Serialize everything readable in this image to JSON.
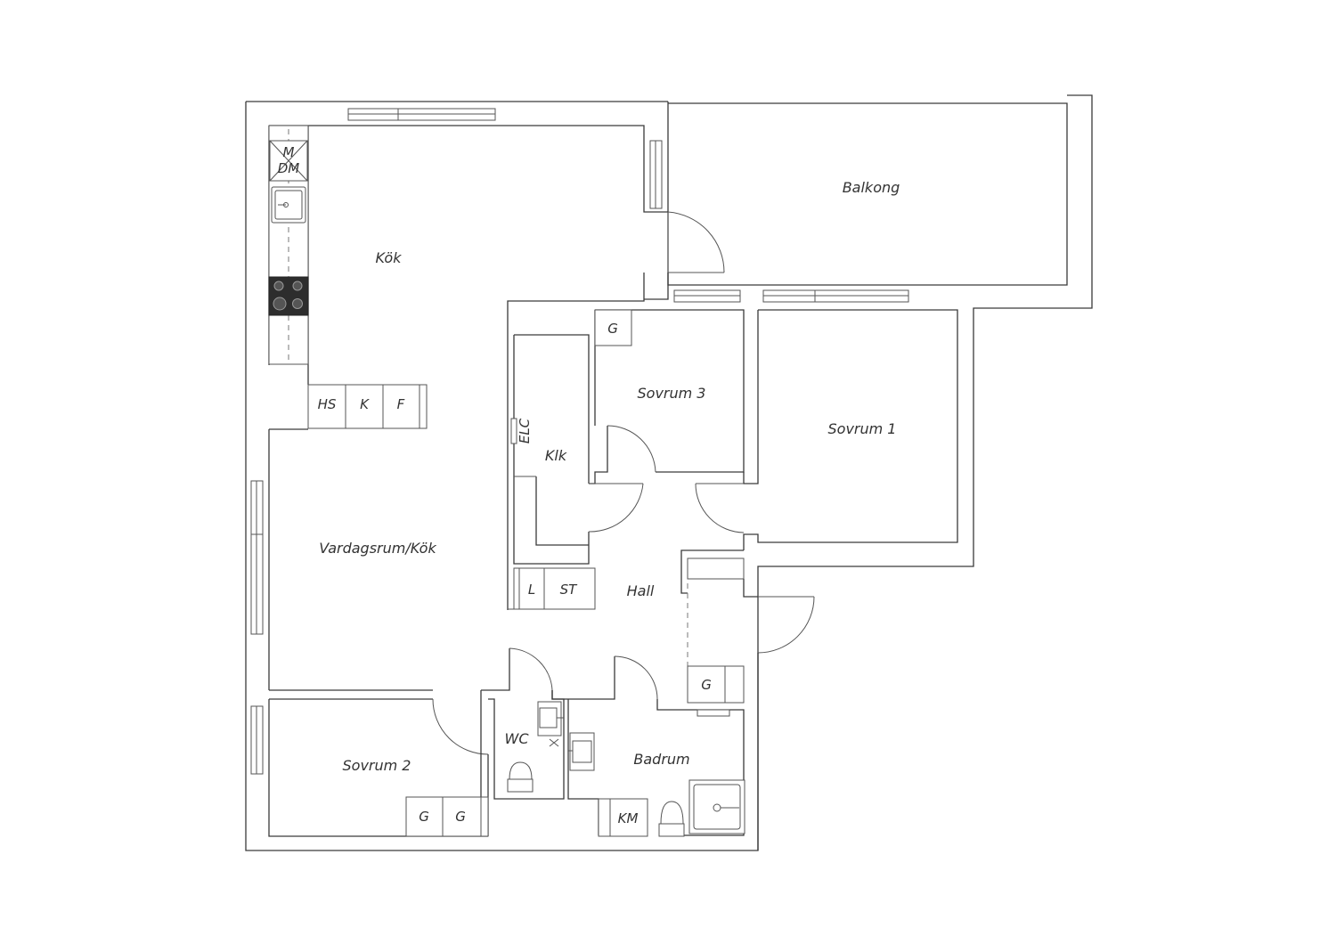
{
  "rooms": {
    "kok": "Kök",
    "balkong": "Balkong",
    "sovrum3": "Sovrum 3",
    "sovrum1": "Sovrum 1",
    "klk": "Klk",
    "vardagsrum": "Vardagsrum/Kök",
    "hall": "Hall",
    "wc": "WC",
    "badrum": "Badrum",
    "sovrum2": "Sovrum 2"
  },
  "fixtures": {
    "microwave": "M",
    "dishwasher": "DM",
    "freezer": "HS",
    "fridge": "K",
    "fridge2": "F",
    "wardrobe_sovrum3": "G",
    "elc": "ELC",
    "laundry": "L",
    "storage": "ST",
    "wardrobe_hall": "G",
    "wardrobe_sovrum2_a": "G",
    "wardrobe_sovrum2_b": "G",
    "washer": "KM"
  }
}
